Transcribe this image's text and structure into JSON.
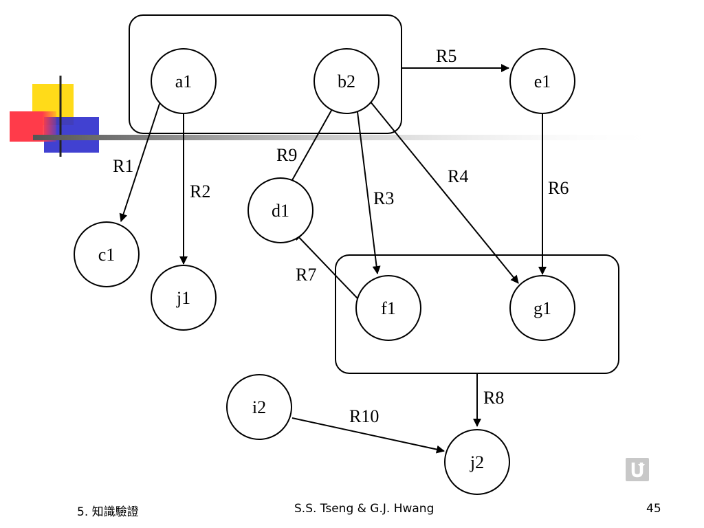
{
  "nodes": [
    {
      "id": "a1",
      "label": "a1"
    },
    {
      "id": "b2",
      "label": "b2"
    },
    {
      "id": "e1",
      "label": "e1"
    },
    {
      "id": "c1",
      "label": "c1"
    },
    {
      "id": "j1",
      "label": "j1"
    },
    {
      "id": "d1",
      "label": "d1"
    },
    {
      "id": "f1",
      "label": "f1"
    },
    {
      "id": "g1",
      "label": "g1"
    },
    {
      "id": "i2",
      "label": "i2"
    },
    {
      "id": "j2",
      "label": "j2"
    }
  ],
  "edges": [
    {
      "id": "R1",
      "label": "R1",
      "from": "a1",
      "to": "c1"
    },
    {
      "id": "R2",
      "label": "R2",
      "from": "a1",
      "to": "j1"
    },
    {
      "id": "R3",
      "label": "R3",
      "from": "b2",
      "to": "f1"
    },
    {
      "id": "R4",
      "label": "R4",
      "from": "b2",
      "to": "g1"
    },
    {
      "id": "R5",
      "label": "R5",
      "from": "a1,b2",
      "to": "e1"
    },
    {
      "id": "R6",
      "label": "R6",
      "from": "e1",
      "to": "g1"
    },
    {
      "id": "R7",
      "label": "R7",
      "from": "f1",
      "to": "d1"
    },
    {
      "id": "R8",
      "label": "R8",
      "from": "f1,g1",
      "to": "j2"
    },
    {
      "id": "R9",
      "label": "R9",
      "from": "d1",
      "to": "b2"
    },
    {
      "id": "R10",
      "label": "R10",
      "from": "i2",
      "to": "j2"
    }
  ],
  "groups": [
    {
      "id": "group-a1-b2",
      "members": [
        "a1",
        "b2"
      ]
    },
    {
      "id": "group-f1-g1",
      "members": [
        "f1",
        "g1"
      ]
    }
  ],
  "footer": {
    "left": "5. 知識驗證",
    "center": "S.S. Tseng & G.J. Hwang",
    "page": "45"
  },
  "return_button": {
    "icon": "return-arrow-icon"
  },
  "colors": {
    "deco_yellow": "#ffd700",
    "deco_red": "#ff3b4a",
    "deco_blue": "#2c2ccc"
  }
}
